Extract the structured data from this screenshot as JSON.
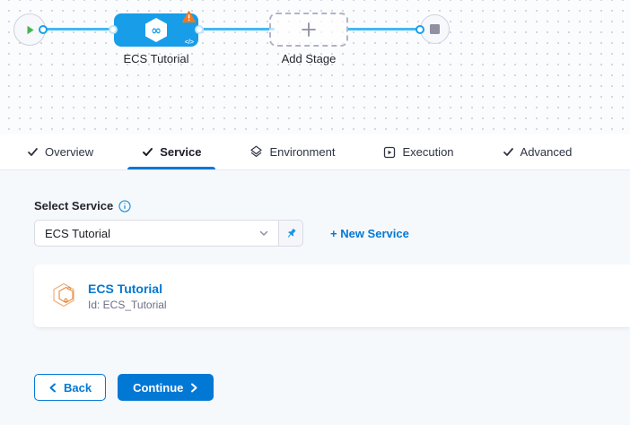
{
  "colors": {
    "primary_blue": "#0278d5",
    "stage_node_blue": "#189de9",
    "connector_blue": "#42b8f2",
    "warning_orange": "#ff832b",
    "service_icon_orange": "#e98a3c"
  },
  "pipeline_canvas": {
    "stage_label": "ECS Tutorial",
    "add_stage_label": "Add Stage"
  },
  "tabs": [
    {
      "label": "Overview",
      "icon": "check-icon",
      "active": false
    },
    {
      "label": "Service",
      "icon": "check-icon",
      "active": true
    },
    {
      "label": "Environment",
      "icon": "environment-icon",
      "active": false
    },
    {
      "label": "Execution",
      "icon": "execution-icon",
      "active": false
    },
    {
      "label": "Advanced",
      "icon": "check-icon",
      "active": false
    }
  ],
  "service_form": {
    "label": "Select Service",
    "select_value": "ECS Tutorial",
    "new_service_label": "+ New Service",
    "card": {
      "title": "ECS Tutorial",
      "id_text": "Id: ECS_Tutorial"
    }
  },
  "footer": {
    "back_label": "Back",
    "continue_label": "Continue"
  }
}
